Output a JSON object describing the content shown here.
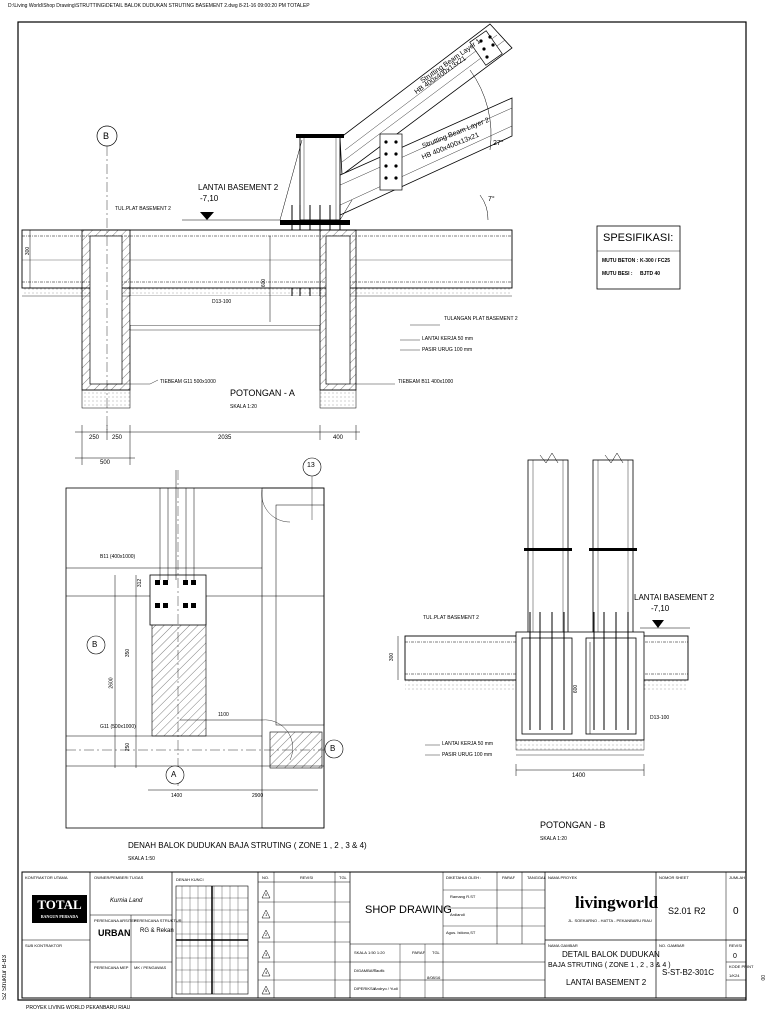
{
  "file_path": "D:\\Living World\\Shop Drawing\\STRUTTING\\DETAIL BALOK DUDUKAN STRUTING BASEMENT 2.dwg   8-21-16   09:00:20 PM   TOTALEP",
  "side_label": "S2 Struktur  B-B3",
  "side_right": "00",
  "footer_text": "PROYEK LIVING WORLD PEKANBARU RIAU",
  "beam_label_1": "Strutting Beam Layer 1",
  "beam_spec_1": "HB 400x400x13x21",
  "beam_label_2": "Strutting Beam Layer 2",
  "beam_spec_2": "HB 400x400x13x21",
  "angle_label": "27°",
  "angle_small": "7°",
  "grid_b": "B",
  "grid_a": "A",
  "grid_13": "13",
  "lantai_b2": "LANTAI BASEMENT 2",
  "elev": "-7,10",
  "tul_plat": "TUL.PLAT BASEMENT 2",
  "spesifikasi_title": "SPESIFIKASI:",
  "mutu_beton_label": "MUTU BETON :",
  "mutu_beton_val": "K-300 / FC25",
  "mutu_besi_label": "MUTU BESI :",
  "mutu_besi_val": "BJTD 40",
  "d13": "D13-100",
  "tulangan_plat": "TULANGAN PLAT BASEMENT 2",
  "lantai_kerja": "LANTAI KERJA 50 mm",
  "pasir_urug": "PASIR URUG 100 mm",
  "tiebeam_g11": "TIEBEAM G11 500x1000",
  "tiebeam_b11": "TIEBEAM B11 400x1000",
  "potongan_a": "POTONGAN - A",
  "potongan_b": "POTONGAN - B",
  "skala_20": "SKALA 1:20",
  "skala_50": "SKALA 1:50",
  "dim_300": "300",
  "dim_600": "600",
  "dims_a": [
    "250",
    "250",
    "2035",
    "400"
  ],
  "dim_500": "500",
  "b11_label": "B11 (400x1000)",
  "g11_label": "G11 (500x1000)",
  "dim_312": "312",
  "dim_350": "350",
  "dim_2600": "2600",
  "dim_250": "250",
  "dim_1100": "1100",
  "dim_1400": "1400",
  "dim_2900": "2900",
  "denah_title": "DENAH BALOK DUDUKAN BAJA STRUTING ( ZONE 1 , 2 , 3 & 4)",
  "kontraktor_utama": "KONTRAKTOR UTAMA",
  "total_logo": "TOTAL",
  "total_sub": "BANGUN PERSADA",
  "sub_kontraktor": "SUB KONTRAKTOR",
  "owner_label": "OWNER/PEMBERI TUGAS",
  "owner_name": "Kurnia Land",
  "perencana_arsitek": "PERENCANA ARSITEK",
  "urban": "URBAN",
  "perencana_struktur": "PERENCANA STRUKTUR",
  "struktur_name": "RG & Rekan",
  "perencana_mep": "PERENCANA MEP",
  "mk_label": "MK / PENGAWAS",
  "denah_kunci": "DENAH KUNCI",
  "no": "NO.",
  "revisi": "REVISI",
  "tgl": "TGL",
  "shop_drawing": "SHOP DRAWING",
  "diketahui": "DIKETAHUI OLEH :",
  "paraf": "PARAF",
  "tanggal": "TANGGAL",
  "nama_proyek": "NAMA PROYEK",
  "livingworld": "livingworld",
  "lw_sub": "JL. SOEKARNO - HATTA - PEKANBARU RIAU",
  "no_sheet_label": "NOMOR SHEET",
  "no_sheet": "S2.01 R2",
  "jumlah_label": "JUMLAH",
  "jumlah": "0",
  "names": [
    "Ramang R.ST",
    "Ardiandi"
  ],
  "skala_label": "SKALA",
  "skala_val": "1:50  1:20",
  "paraf2": "PARAF",
  "tgl2": "TGL",
  "digambar": "DIGAMBAR",
  "digambar_val": "Taufik",
  "tgl_val": "8/08/16",
  "diperiksa": "DIPERIKSA",
  "diperiksa_val": "Andryo / Yudi",
  "nama_gambar": "NAMA GAMBAR",
  "gambar_title_1": "DETAIL BALOK DUDUKAN",
  "gambar_title_2": "BAJA STRUTING ( ZONE 1 , 2 , 3 & 4 )",
  "gambar_title_3": "LANTAI BASEMENT 2",
  "no_gambar_label": "NO. GAMBAR",
  "no_gambar": "S-ST-B2-301C",
  "revisi_label": "REVISI",
  "revisi_val": "0",
  "kode_label": "KODE PRINT",
  "kode_val": "1/K24",
  "checker": "Agus. Istiono,ST",
  "triangles": [
    "0",
    "1",
    "2",
    "3",
    "4",
    "5"
  ]
}
